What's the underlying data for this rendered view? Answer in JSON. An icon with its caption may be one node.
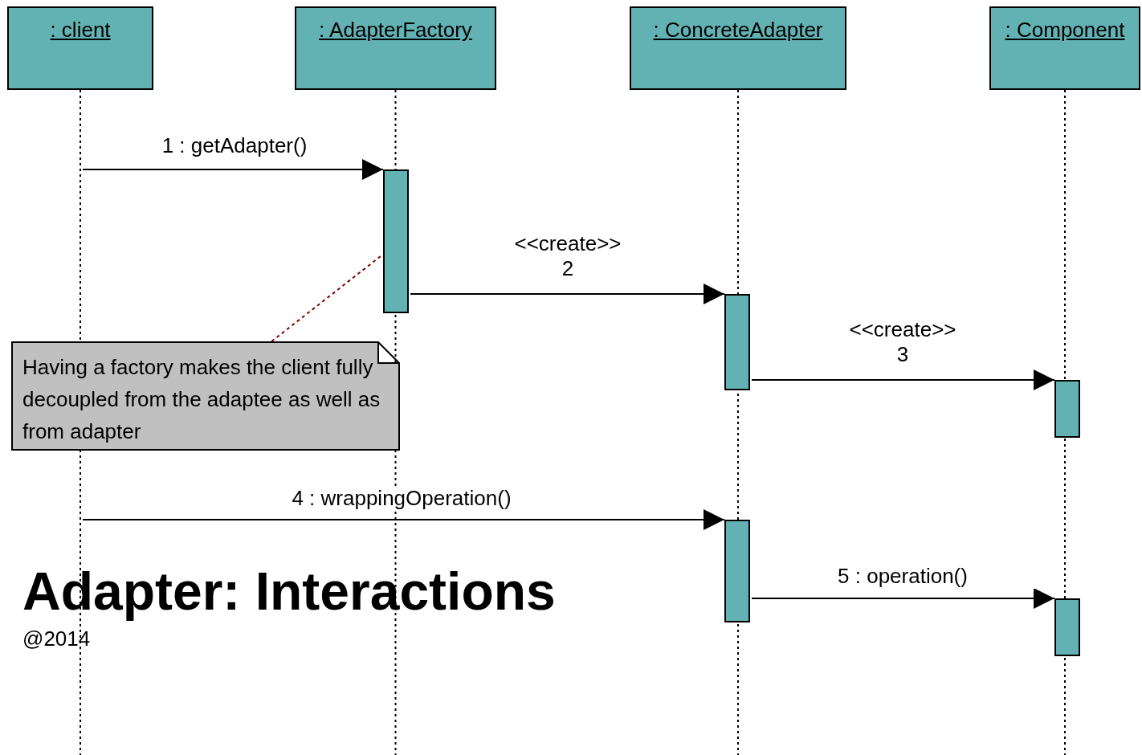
{
  "diagram": {
    "title": "Adapter: Interactions",
    "nodes": [
      {
        "text": [
          ": client"
        ]
      },
      {
        "text": [
          ": AdapterFactory"
        ]
      },
      {
        "text": [
          ": ConcreteAdapter"
        ]
      },
      {
        "text": [
          ": Component"
        ]
      },
      {
        "text": [],
        "shape": "bar"
      },
      {
        "text": [],
        "shape": "bar"
      },
      {
        "text": [],
        "shape": "bar"
      },
      {
        "text": [],
        "shape": "bar"
      },
      {
        "text": [],
        "shape": "bar"
      },
      {
        "text": [
          "Having a factory makes the client fully decoupled from the adaptee as well as from adapter"
        ]
      }
    ],
    "edges": [
      {
        "from": 0,
        "to": null,
        "arrow": "none",
        "style": "dashed"
      },
      {
        "from": 1,
        "to": null,
        "arrow": "none",
        "style": "dashed"
      },
      {
        "from": 2,
        "to": null,
        "arrow": "none",
        "style": "dashed"
      },
      {
        "from": 3,
        "to": null,
        "arrow": "none",
        "style": "dashed"
      },
      {
        "from": null,
        "to": 4,
        "arrow": "to",
        "label": "1 : getAdapter()"
      },
      {
        "from": 4,
        "to": 5,
        "arrow": "to",
        "label": "<<create>> 2"
      },
      {
        "from": 5,
        "to": 6,
        "arrow": "to",
        "label": "<<create>> 3"
      },
      {
        "from": null,
        "to": 7,
        "arrow": "to",
        "label": "4 : wrappingOperation()"
      },
      {
        "from": 7,
        "to": 8,
        "arrow": "to",
        "label": "5 : operation()"
      },
      {
        "from": 9,
        "to": 4,
        "arrow": "none",
        "style": "dashed",
        "color": "#800000"
      }
    ],
    "labels": [
      "@2014"
    ]
  }
}
